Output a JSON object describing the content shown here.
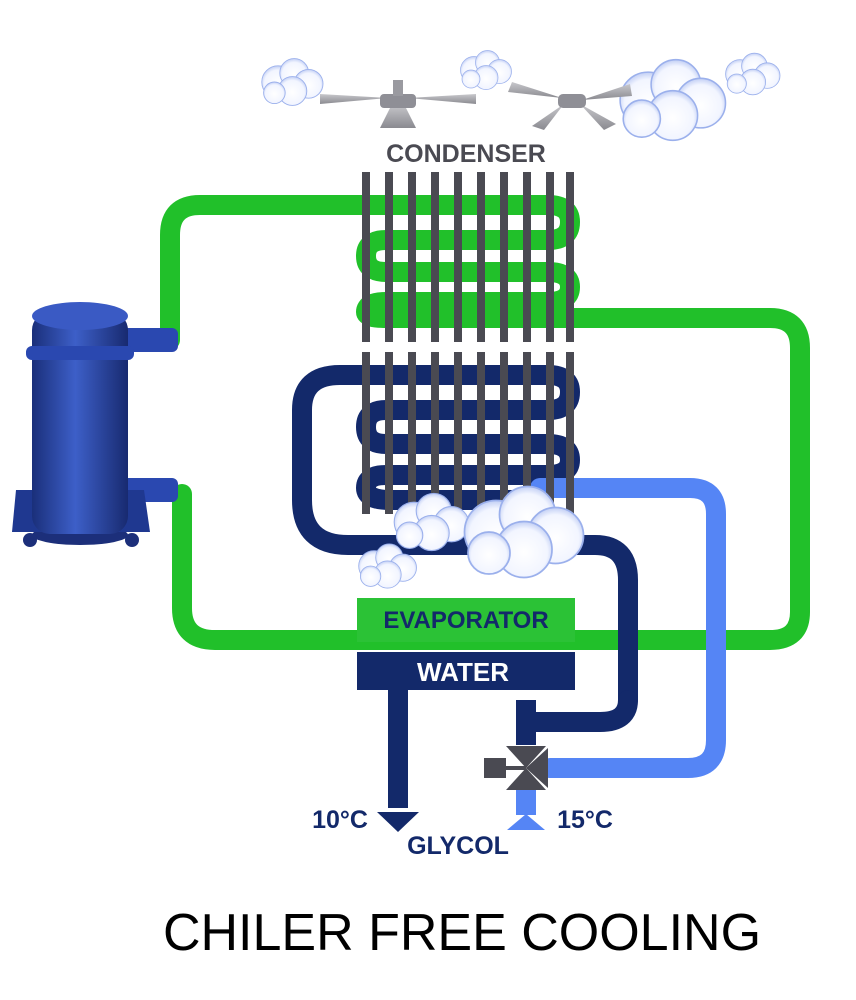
{
  "labels": {
    "condenser": "CONDENSER",
    "evaporator": "EVAPORATOR",
    "water": "WATER",
    "temp_out": "10°C",
    "temp_in": "15°C",
    "glycol": "GLYCOL"
  },
  "title": "CHILER FREE COOLING",
  "colors": {
    "refrigerant_loop": "#21c02a",
    "glycol_loop_dark": "#13296a",
    "glycol_return_light": "#5585f5",
    "condenser_fins": "#4a4a52",
    "compressor": "#24409c",
    "evaporator_box": "#2bc236",
    "water_box": "#13296a",
    "label_gray": "#4a4a52",
    "label_dark_blue": "#13296a",
    "title_black": "#000000"
  },
  "icons": [
    "fan-icon",
    "cloud-icon",
    "compressor-icon",
    "three-way-valve-icon",
    "arrow-down-icon",
    "arrow-up-icon"
  ]
}
